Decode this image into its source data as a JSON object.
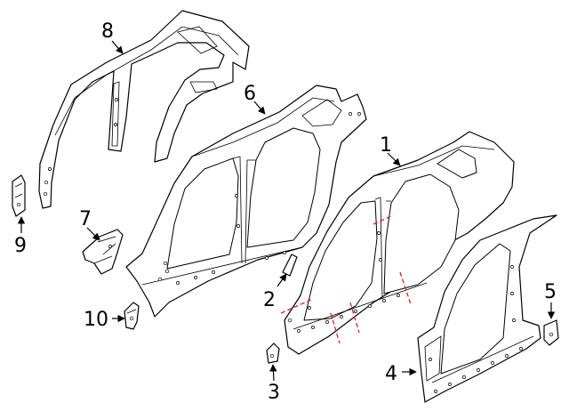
{
  "callouts": [
    {
      "id": "1",
      "label": "1"
    },
    {
      "id": "2",
      "label": "2"
    },
    {
      "id": "3",
      "label": "3"
    },
    {
      "id": "4",
      "label": "4"
    },
    {
      "id": "5",
      "label": "5"
    },
    {
      "id": "6",
      "label": "6"
    },
    {
      "id": "7",
      "label": "7"
    },
    {
      "id": "8",
      "label": "8"
    },
    {
      "id": "9",
      "label": "9"
    },
    {
      "id": "10",
      "label": "10"
    }
  ],
  "colors": {
    "line": "#000000",
    "background": "#ffffff",
    "cut_line": "#e0201c"
  }
}
